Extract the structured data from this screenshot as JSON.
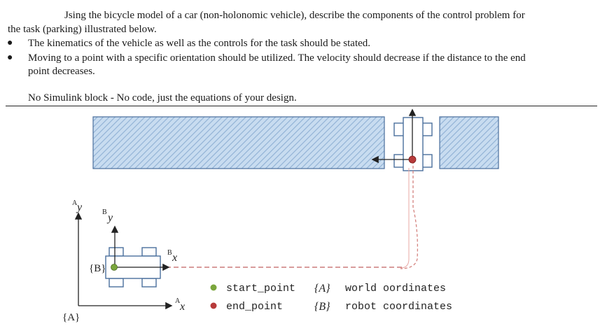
{
  "question": {
    "line1": "Jsing the bicycle model of a car (non-holonomic vehicle), describe the components of the control problem for",
    "line2": "the task (parking) illustrated below.",
    "bullets": [
      {
        "line1": "The kinematics of the vehicle as well as the controls for the task should be stated.",
        "line2": ""
      },
      {
        "line1": "Moving to a point with a specific orientation should be utilized. The velocity should decrease if the distance to the end",
        "line2": "point decreases."
      }
    ],
    "note": "No Simulink block  - No code, just the equations of your design."
  },
  "figure": {
    "axis_labels": {
      "ay_sup": "A",
      "ay": "y",
      "by_sup": "B",
      "by": "y",
      "bx_sup": "B",
      "bx": "x",
      "ax_sup": "A",
      "ax": "x"
    },
    "frame_b": "{B}",
    "frame_a": "{A}",
    "legend": {
      "start_label": "start_point",
      "end_label": "end_point",
      "start_color": "#7aa63c",
      "end_color": "#b73a3a",
      "frame_a": "{A}",
      "frame_a_desc": "world oordinates",
      "frame_b": "{B}",
      "frame_b_desc": "robot coordinates"
    },
    "colors": {
      "block_fill": "#c5d9ef",
      "block_stroke": "#4a6f9c",
      "path": "#d9534f",
      "dashed_path": "#c06060"
    }
  }
}
